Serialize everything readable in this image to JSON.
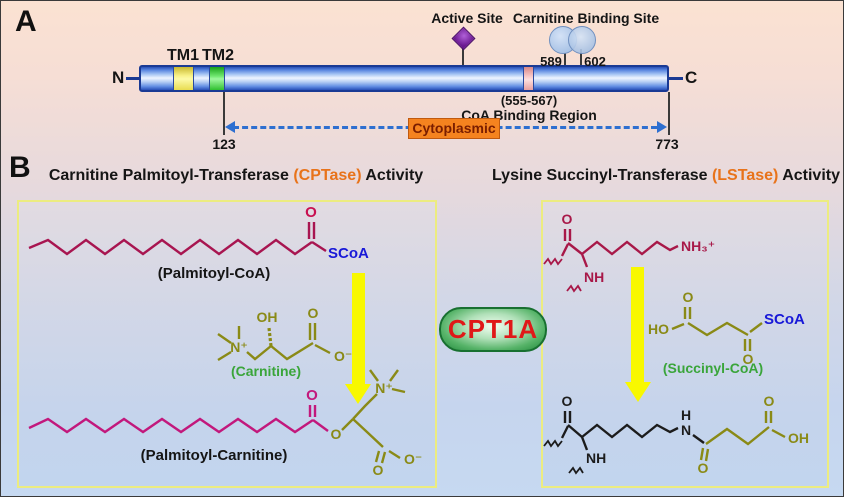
{
  "panel_a": {
    "panel_label": "A",
    "n_label": "N",
    "c_label": "C",
    "tm1_label": "TM1",
    "tm2_label": "TM2",
    "active_site_label": "Active Site",
    "carnitine_binding_label": "Carnitine Binding Site",
    "residue_589": "589",
    "residue_602": "602",
    "coa_binding_range": "(555-567)",
    "coa_binding_label": "CoA Binding Region",
    "cytoplasmic_label": "Cytoplasmic",
    "residue_123": "123",
    "residue_773": "773"
  },
  "panel_b": {
    "panel_label": "B",
    "cptase_title": {
      "prefix": "Carnitine Palmitoyl-Transferase ",
      "accent": "(CPTase)",
      "suffix": " Activity"
    },
    "lstase_title": {
      "prefix": "Lysine Succinyl-Transferase ",
      "accent": "(LSTase)",
      "suffix": " Activity"
    },
    "enzyme_label": "CPT1A",
    "cptase": {
      "substrate_label": "(Palmitoyl-CoA)",
      "cofactor_label": "(Carnitine)",
      "product_label": "(Palmitoyl-Carnitine)"
    },
    "lstase": {
      "cofactor_label": "(Succinyl-CoA)"
    }
  },
  "atoms": {
    "o": "O",
    "oh": "OH",
    "ho": "HO",
    "o_minus": "O⁻",
    "scoa": "SCoA",
    "n_plus": "N⁺",
    "n": "N",
    "h": "H",
    "nh": "NH",
    "nh3_plus": "NH₃⁺"
  },
  "colors": {
    "accent_orange": "#E8731A",
    "enzyme_text_red": "#E01818",
    "cytoplasmic_fill": "#F5831F",
    "palmitoyl_chain": "#A81550",
    "product_chain": "#C2187C",
    "lysine_chain": "#A81848",
    "olive_moiety": "#8A8A16",
    "scoa_blue": "#1818D8",
    "green_label": "#3AA53A",
    "arrow_yellow": "#F8F800",
    "box_border_yellow": "#ECEC80",
    "bar_border_blue": "#1A3A94"
  }
}
